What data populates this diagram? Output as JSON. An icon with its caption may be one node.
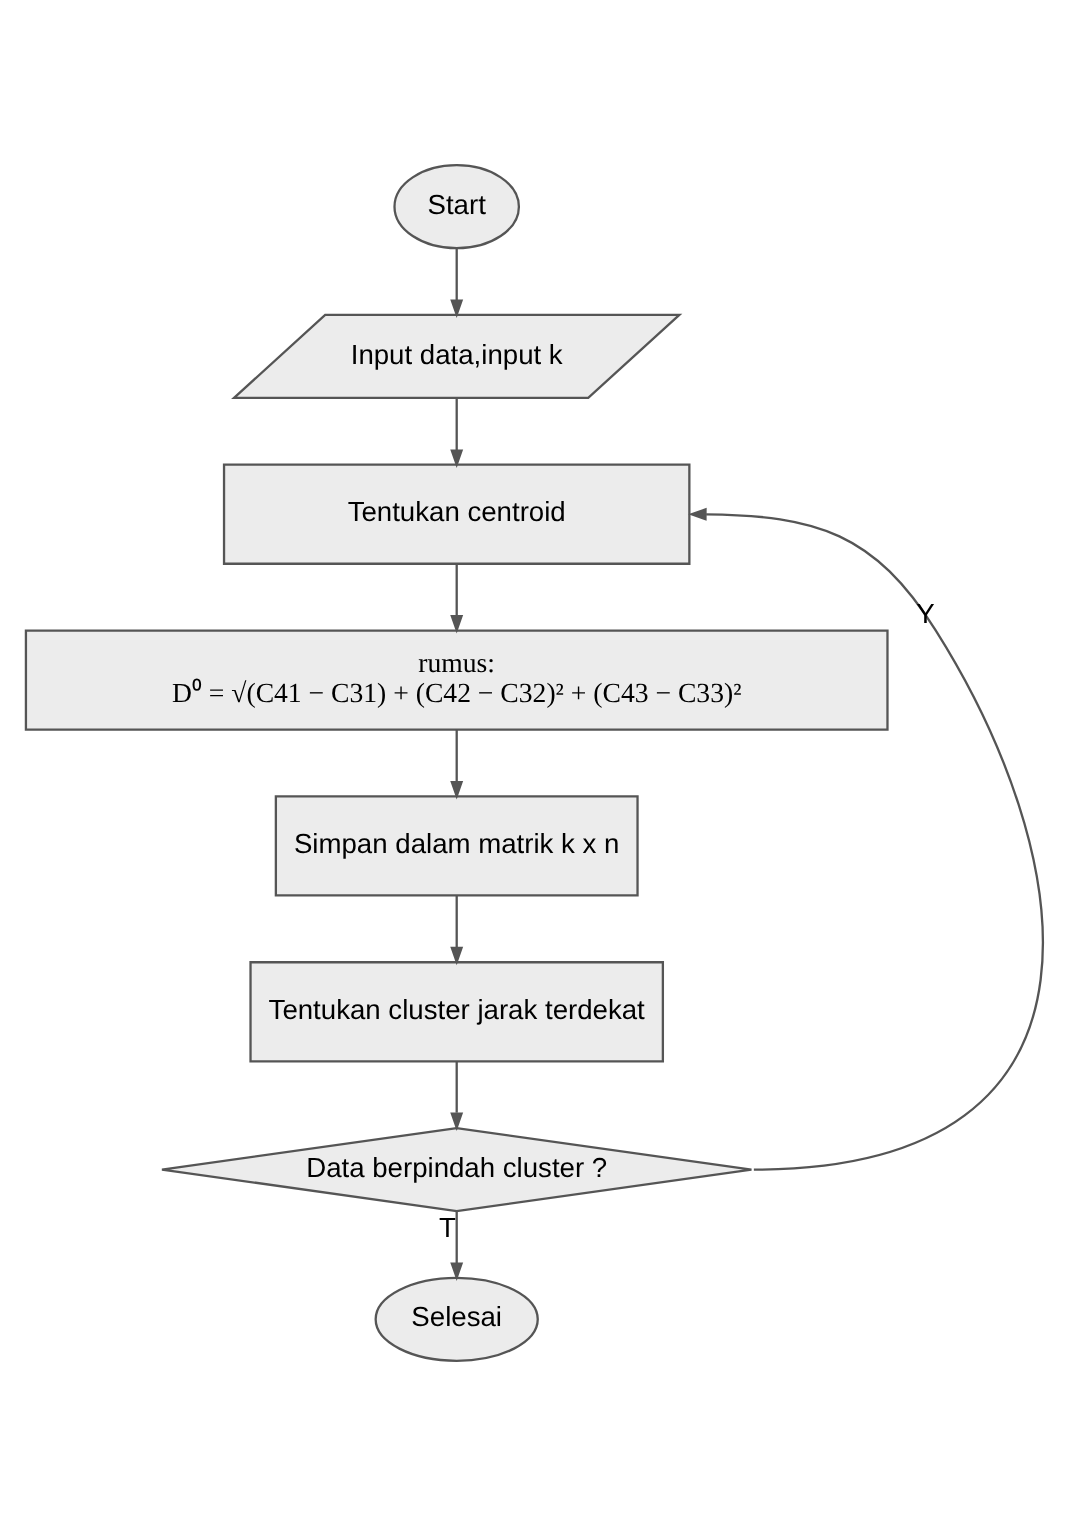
{
  "diagram": {
    "nodes": [
      {
        "text": [
          "Start"
        ]
      },
      {
        "text": [
          "Input data,input k"
        ]
      },
      {
        "text": [
          "Tentukan centroid"
        ]
      },
      {
        "text": [
          "rumus:",
          "D⁰ = √(C41 − C31) + (C42 − C32)² + (C43 − C33)²"
        ]
      },
      {
        "text": [
          "Simpan dalam matrik k x n"
        ]
      },
      {
        "text": [
          "Tentukan cluster jarak terdekat"
        ]
      },
      {
        "text": [
          "Data berpindah cluster ?"
        ]
      },
      {
        "text": [
          "Selesai"
        ]
      }
    ],
    "edges": [
      {
        "from": 0,
        "to": 1,
        "arrow": "to"
      },
      {
        "from": 1,
        "to": 2,
        "arrow": "to"
      },
      {
        "from": 2,
        "to": 3,
        "arrow": "to"
      },
      {
        "from": 3,
        "to": 4,
        "arrow": "to"
      },
      {
        "from": 4,
        "to": 5,
        "arrow": "to"
      },
      {
        "from": 5,
        "to": 6,
        "arrow": "to"
      },
      {
        "from": 6,
        "to": 7,
        "label": "T",
        "arrow": "to"
      },
      {
        "from": 6,
        "to": 2,
        "label": "Y",
        "arrow": "to"
      }
    ]
  }
}
